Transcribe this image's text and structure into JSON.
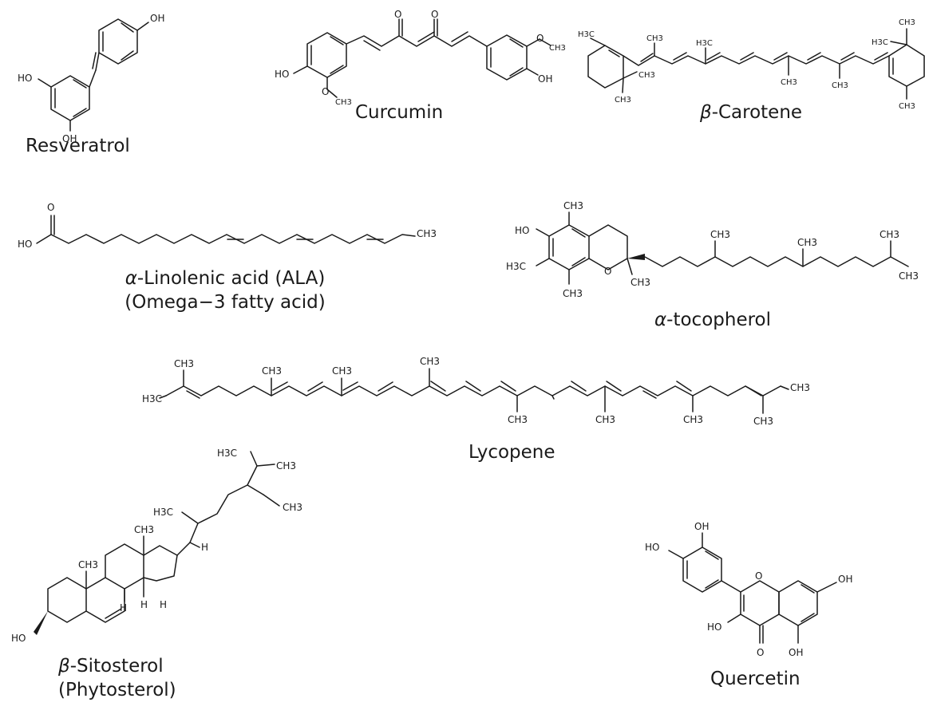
{
  "compounds": [
    {
      "id": "resveratrol",
      "name": "Resveratrol"
    },
    {
      "id": "curcumin",
      "name": "Curcumin"
    },
    {
      "id": "beta-carotene",
      "prefix": "β",
      "name": "-Carotene"
    },
    {
      "id": "ala",
      "prefix": "α",
      "name": "-Linolenic acid (ALA)",
      "subtitle": "(Omega−3 fatty acid)"
    },
    {
      "id": "tocopherol",
      "prefix": "α",
      "name": "-tocopherol"
    },
    {
      "id": "lycopene",
      "name": "Lycopene"
    },
    {
      "id": "sitosterol",
      "prefix": "β",
      "name": "-Sitosterol",
      "subtitle": "(Phytosterol)"
    },
    {
      "id": "quercetin",
      "name": "Quercetin"
    }
  ],
  "atom_labels": {
    "oh": "OH",
    "ho": "HO",
    "o": "O",
    "h": "H",
    "ch3": "CH3",
    "h3c": "H3C"
  }
}
